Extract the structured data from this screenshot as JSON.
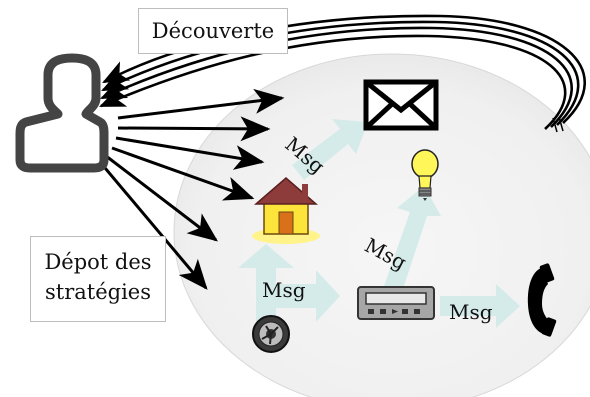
{
  "labels": {
    "discovery": "Découverte",
    "strategy_repo_line1": "Dépot des",
    "strategy_repo_line2": "stratégies"
  },
  "messages": {
    "center": "Msg",
    "right": "Msg",
    "to_mail": "Msg",
    "to_bulb": "Msg"
  },
  "icons": {
    "user": "user-icon",
    "mail": "envelope-icon",
    "bulb": "lightbulb-icon",
    "house": "house-icon",
    "dial": "dial-icon",
    "pager": "pager-icon",
    "phone": "telephone-icon"
  },
  "colors": {
    "flow_arrow": "#d4ebe9",
    "cloud": "#eeeeee",
    "user": "#444444"
  }
}
